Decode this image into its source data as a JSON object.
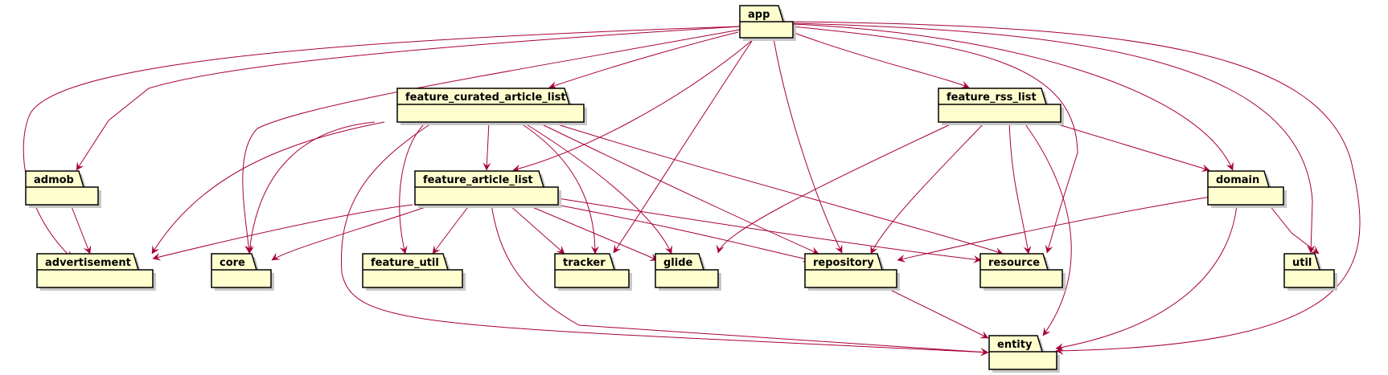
{
  "diagram": {
    "packages": [
      {
        "id": "app",
        "label": "app"
      },
      {
        "id": "feature_curated_article_list",
        "label": "feature_curated_article_list"
      },
      {
        "id": "feature_rss_list",
        "label": "feature_rss_list"
      },
      {
        "id": "admob",
        "label": "admob"
      },
      {
        "id": "feature_article_list",
        "label": "feature_article_list"
      },
      {
        "id": "domain",
        "label": "domain"
      },
      {
        "id": "advertisement",
        "label": "advertisement"
      },
      {
        "id": "core",
        "label": "core"
      },
      {
        "id": "feature_util",
        "label": "feature_util"
      },
      {
        "id": "tracker",
        "label": "tracker"
      },
      {
        "id": "glide",
        "label": "glide"
      },
      {
        "id": "repository",
        "label": "repository"
      },
      {
        "id": "resource",
        "label": "resource"
      },
      {
        "id": "util",
        "label": "util"
      },
      {
        "id": "entity",
        "label": "entity"
      }
    ],
    "dependencies": [
      {
        "from": "app",
        "to": "advertisement"
      },
      {
        "from": "app",
        "to": "admob"
      },
      {
        "from": "app",
        "to": "core"
      },
      {
        "from": "app",
        "to": "feature_curated_article_list"
      },
      {
        "from": "app",
        "to": "feature_article_list"
      },
      {
        "from": "app",
        "to": "tracker"
      },
      {
        "from": "app",
        "to": "repository"
      },
      {
        "from": "app",
        "to": "feature_rss_list"
      },
      {
        "from": "app",
        "to": "resource"
      },
      {
        "from": "app",
        "to": "domain"
      },
      {
        "from": "app",
        "to": "util"
      },
      {
        "from": "app",
        "to": "entity"
      },
      {
        "from": "feature_curated_article_list",
        "to": "advertisement"
      },
      {
        "from": "feature_curated_article_list",
        "to": "core"
      },
      {
        "from": "feature_curated_article_list",
        "to": "entity"
      },
      {
        "from": "feature_curated_article_list",
        "to": "feature_util"
      },
      {
        "from": "feature_curated_article_list",
        "to": "feature_article_list"
      },
      {
        "from": "feature_curated_article_list",
        "to": "tracker"
      },
      {
        "from": "feature_curated_article_list",
        "to": "glide"
      },
      {
        "from": "feature_curated_article_list",
        "to": "repository"
      },
      {
        "from": "feature_curated_article_list",
        "to": "resource"
      },
      {
        "from": "feature_rss_list",
        "to": "glide"
      },
      {
        "from": "feature_rss_list",
        "to": "repository"
      },
      {
        "from": "feature_rss_list",
        "to": "resource"
      },
      {
        "from": "feature_rss_list",
        "to": "entity"
      },
      {
        "from": "feature_rss_list",
        "to": "domain"
      },
      {
        "from": "admob",
        "to": "advertisement"
      },
      {
        "from": "feature_article_list",
        "to": "advertisement"
      },
      {
        "from": "feature_article_list",
        "to": "core"
      },
      {
        "from": "feature_article_list",
        "to": "feature_util"
      },
      {
        "from": "feature_article_list",
        "to": "entity"
      },
      {
        "from": "feature_article_list",
        "to": "tracker"
      },
      {
        "from": "feature_article_list",
        "to": "glide"
      },
      {
        "from": "feature_article_list",
        "to": "repository"
      },
      {
        "from": "feature_article_list",
        "to": "resource"
      },
      {
        "from": "domain",
        "to": "repository"
      },
      {
        "from": "domain",
        "to": "entity"
      },
      {
        "from": "domain",
        "to": "util"
      },
      {
        "from": "repository",
        "to": "entity"
      }
    ],
    "colors": {
      "package_fill": "#FEFECE",
      "package_border": "#000000",
      "arrow": "#A80036",
      "shadow": "#c8c8c8"
    }
  }
}
